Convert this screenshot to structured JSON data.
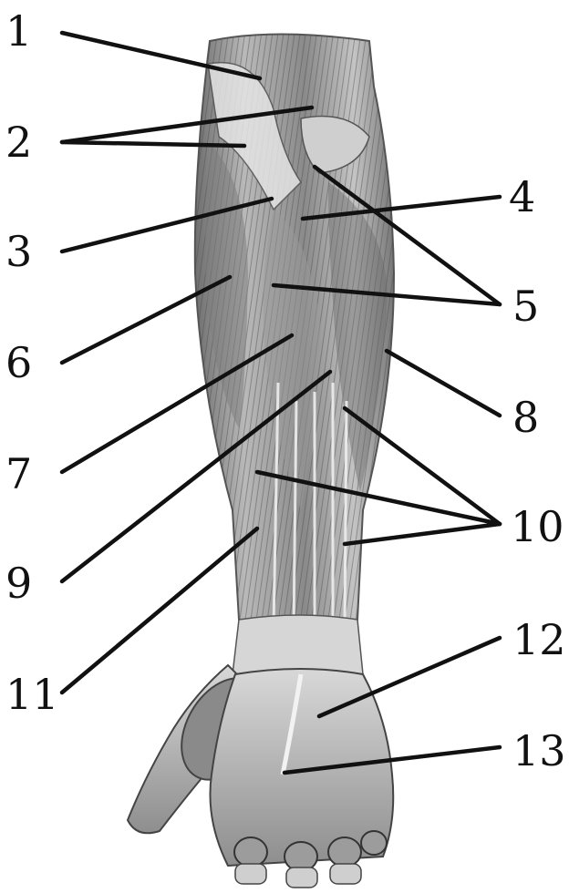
{
  "figure": {
    "subject": "forearm-muscles-anterior-view",
    "labels": [
      "1",
      "2",
      "3",
      "4",
      "5",
      "6",
      "7",
      "8",
      "9",
      "10",
      "11",
      "12",
      "13"
    ]
  }
}
